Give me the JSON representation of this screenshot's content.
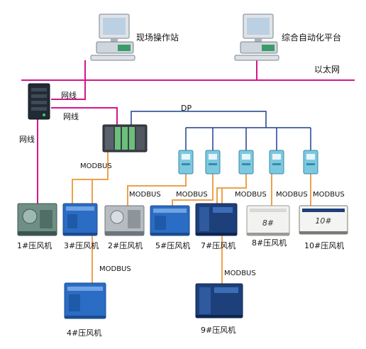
{
  "stations": {
    "field_station": "现场操作站",
    "integrated_platform": "综合自动化平台"
  },
  "network": {
    "ethernet": "以太网",
    "cable_1": "网线",
    "cable_2": "网线",
    "cable_3": "网线",
    "dp": "DP"
  },
  "protocol_labels": {
    "m4": "MODBUS",
    "m1": "MODBUS",
    "m5": "MODBUS",
    "m7": "MODBUS",
    "m8": "MODBUS",
    "m10": "MODBUS",
    "m4b": "MODBUS",
    "m9": "MODBUS"
  },
  "compressors": {
    "c1": "1#压风机",
    "c3": "3#压风机",
    "c2": "2#压风机",
    "c5": "5#压风机",
    "c7": "7#压风机",
    "c8": "8#压风机",
    "c10": "10#压风机",
    "c4": "4#压风机",
    "c9": "9#压风机"
  },
  "device_marks": {
    "c8_plate": "8#",
    "c10_plate": "10#"
  },
  "colors": {
    "ethernet_line": "#d6148c",
    "dp_line": "#1f3f8f",
    "modbus_line": "#f0a04a",
    "gateway": "#7cc8e0",
    "compressor_blue": "#2b6cc4"
  }
}
